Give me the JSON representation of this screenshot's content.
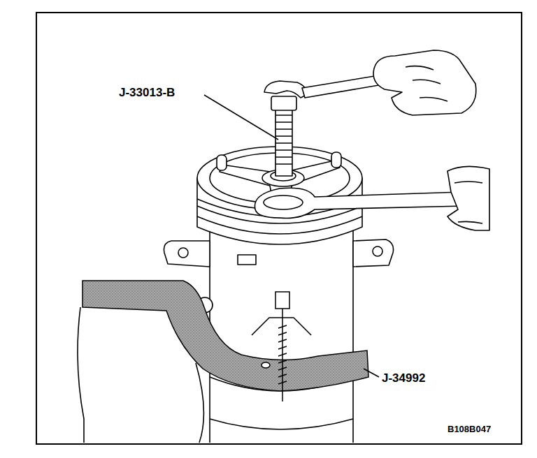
{
  "diagram": {
    "labels": [
      "J-33013-B",
      "J-34992",
      "B108B047"
    ]
  }
}
